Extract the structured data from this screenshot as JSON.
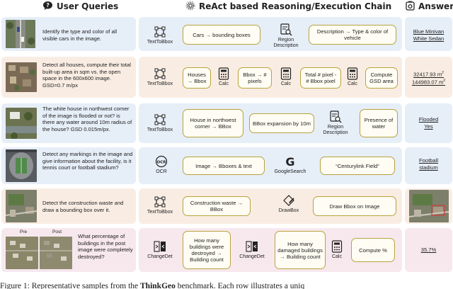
{
  "headers": {
    "user_queries": "User Queries",
    "chain": "ReAct based Reasoning/Execution Chain",
    "answer": "Answer"
  },
  "colors": {
    "row_blue": "#e6eef8",
    "row_peach": "#f9ede3",
    "row_pink": "#f7e8ee",
    "step_border": "#b9a23d",
    "step_fill": "#fffdf3"
  },
  "rows": [
    {
      "query": "Identify the type and color of all visible cars in the image.",
      "tools": [
        "TextToBbox",
        "Region Description"
      ],
      "steps": [
        "Cars → bounding boxes",
        "Description → Type & color of vehicle"
      ],
      "answer": [
        "Blue Minivan",
        "White Sedan"
      ]
    },
    {
      "query": "Detect all houses, compute their total built-up area in sqm vs. the open space in the 600x600 image. GSD=0.7 m/px",
      "tools": [
        "TextToBbox",
        "Calc",
        "Calc",
        "Calc"
      ],
      "steps": [
        "Houses → Bbox",
        "Bbox → # pixels",
        "Total # pixel - # Bbox pixel",
        "Compute GSD area"
      ],
      "answer": [
        "32417.93 m",
        "144983.07 m"
      ],
      "answer_sup": "2"
    },
    {
      "query": "The white house in northwest corner of the image is flooded or not? is there any water around 10m radius of the house? GSD 0.015m/px.",
      "tools": [
        "TextToBbox",
        "Region Description"
      ],
      "steps": [
        "House in northwest corner → BBox",
        "BBox expansion by 10m",
        "Presence of water"
      ],
      "answer": [
        "Flooded",
        "Yes"
      ]
    },
    {
      "query": "Detect any markings in the image and give information about the facility, is it tennis court or football stadium?",
      "tools": [
        "OCR",
        "GoogleSearch"
      ],
      "steps": [
        "Image → Bboxes & text",
        "“Centurylink Field”"
      ],
      "answer": [
        "Football",
        "stadium"
      ]
    },
    {
      "query": "Detect the construction waste and draw a bounding box over it.",
      "tools": [
        "TextToBbox",
        "DrawBox"
      ],
      "steps": [
        "Construction waste → BBox",
        "Draw Bbox on Image"
      ],
      "answer": []
    },
    {
      "query": "What percentage of buildings in the post image were completely destroyed?",
      "pre_label": "Pre",
      "post_label": "Post",
      "tools": [
        "ChangeDet",
        "ChangeDet",
        "Calc"
      ],
      "steps": [
        "How many buildings were destroyed → Building count",
        "How many damaged buildings → Building count",
        "Compute %"
      ],
      "answer": [
        "35.7%"
      ]
    }
  ],
  "caption": {
    "prefix": "Figure 1: Representative samples from the ",
    "bold": "ThinkGeo",
    "suffix": " benchmark. Each row illustrates a uniq"
  }
}
